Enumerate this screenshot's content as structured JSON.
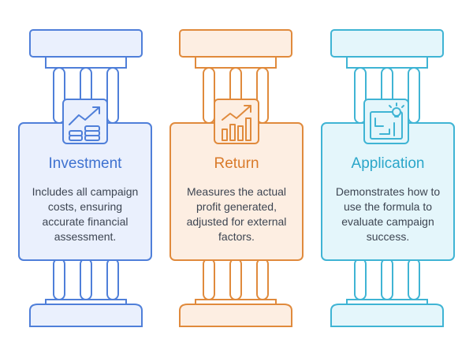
{
  "pillars": [
    {
      "title": "Investment",
      "description": "Includes all campaign costs, ensuring accurate financial assessment.",
      "icon": "investment-growth-coins-icon",
      "colors": {
        "stroke": "#4f7fd9",
        "fill": "#eaf0fd",
        "title": "#3f72d0"
      }
    },
    {
      "title": "Return",
      "description": "Measures the actual profit generated, adjusted for external factors.",
      "icon": "bar-chart-growth-icon",
      "colors": {
        "stroke": "#e08a3c",
        "fill": "#fdeee2",
        "title": "#d97a2a"
      }
    },
    {
      "title": "Application",
      "description": "Demonstrates how to use the formula to evaluate campaign success.",
      "icon": "blueprint-lightbulb-icon",
      "colors": {
        "stroke": "#3fb4d4",
        "fill": "#e4f6fb",
        "title": "#2aa6c9"
      }
    }
  ]
}
